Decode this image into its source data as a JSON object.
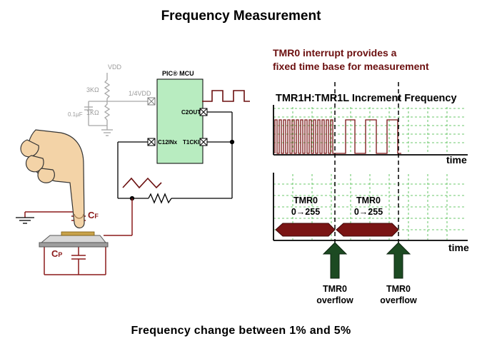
{
  "slide": {
    "title": "Frequency Measurement",
    "footer": "Frequency change between 1% and 5%"
  },
  "circuit": {
    "vdd": "VDD",
    "r_top": "3KΩ",
    "r_bottom": "1KΩ",
    "capacitor": "0.1µF",
    "quarter_vdd": "1/4VDD",
    "mcu_label": "PIC® MCU",
    "pin_c2out": "C2OUT",
    "pin_c12inx": "C12INx",
    "pin_t1cki": "T1CKI",
    "cf_label": "C",
    "cf_sub": "F",
    "cp_label": "C",
    "cp_sub": "P"
  },
  "timing": {
    "info_line1": "TMR0 interrupt provides a",
    "info_line2": "fixed time base for measurement",
    "chart_title": "TMR1H:TMR1L Increment Frequency",
    "time_label_top": "time",
    "time_label_bottom": "time",
    "tmr0_label_1": "TMR0",
    "tmr0_range_1": "0→255",
    "tmr0_label_2": "TMR0",
    "tmr0_range_2": "0→255",
    "overflow_1_line1": "TMR0",
    "overflow_1_line2": "overflow",
    "overflow_2_line1": "TMR0",
    "overflow_2_line2": "overflow"
  },
  "colors": {
    "dark_red": "#7a1414",
    "grid_green": "#3db83d",
    "mcu_green": "#b8ecc0",
    "arrow_green": "#1c4a22",
    "skin": "#f3d3a7"
  }
}
